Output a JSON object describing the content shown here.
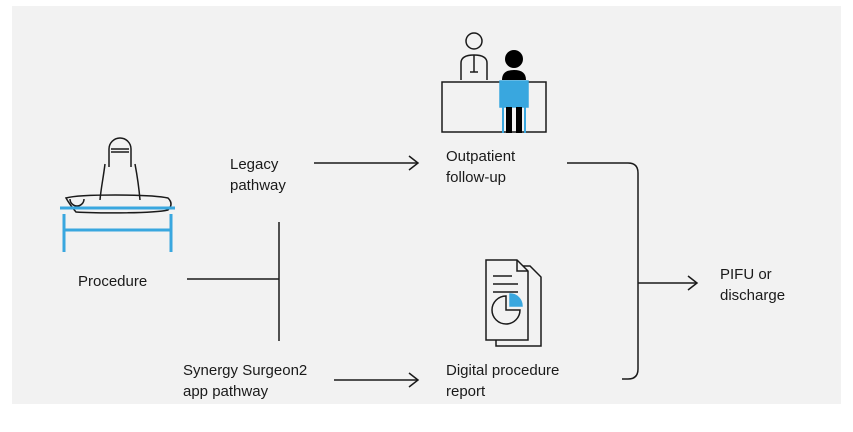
{
  "diagram": {
    "nodes": {
      "procedure": {
        "label": "Procedure"
      },
      "legacy": {
        "label": "Legacy\npathway"
      },
      "synergy": {
        "label": "Synergy Surgeon2\napp pathway"
      },
      "outpatient": {
        "label": "Outpatient\nfollow-up"
      },
      "digital_report": {
        "label": "Digital procedure\nreport"
      },
      "pifu": {
        "label": "PIFU or\ndischarge"
      }
    },
    "colors": {
      "accent": "#39a7df",
      "line": "#1a1a1a",
      "panel": "#f2f2f2",
      "figure": "#000000"
    },
    "icons": [
      "patient-on-bed-icon",
      "clinician-and-patient-at-desk-icon",
      "document-with-chart-icon"
    ]
  }
}
